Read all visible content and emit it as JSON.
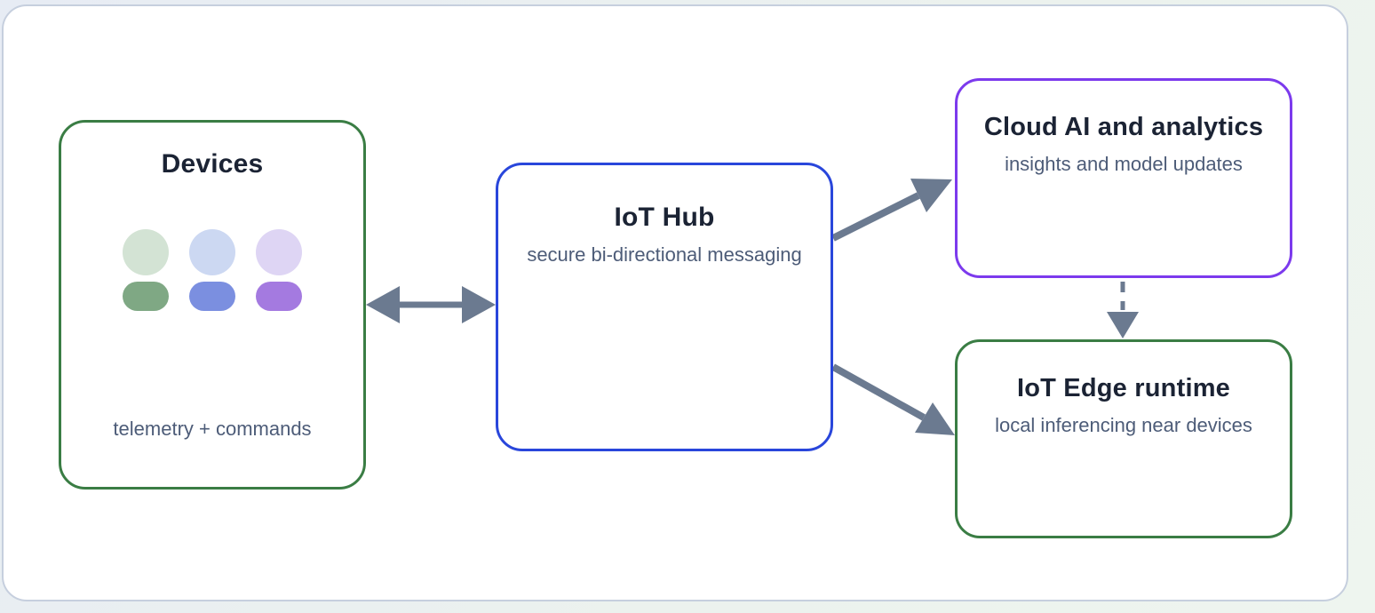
{
  "colors": {
    "arrow": "#6b7a90",
    "card_border": "#c6cfde",
    "title_text": "#1b2334",
    "caption_text": "#4d5c78",
    "green_accent": "#3a7d44",
    "blue_accent": "#2946db",
    "purple_accent": "#7c3aed"
  },
  "nodes": {
    "devices": {
      "title": "Devices",
      "caption": "telemetry + commands",
      "border_color": "#3a7d44"
    },
    "hub": {
      "title": "IoT Hub",
      "caption": "secure bi-directional messaging",
      "border_color": "#2946db"
    },
    "cloud": {
      "title": "Cloud AI and analytics",
      "caption": "insights and model updates",
      "border_color": "#7c3aed"
    },
    "edge": {
      "title": "IoT Edge runtime",
      "caption": "local inferencing near devices",
      "border_color": "#3a7d44"
    }
  },
  "devices_panel": {
    "avatars": [
      {
        "head": "#d3e3d4",
        "body": "#7fa884"
      },
      {
        "head": "#ccd8f2",
        "body": "#7b8fe0"
      },
      {
        "head": "#ded5f4",
        "body": "#a47ae0"
      }
    ]
  },
  "edges": [
    {
      "from": "devices",
      "to": "hub",
      "style": "solid",
      "direction": "bidirectional"
    },
    {
      "from": "hub",
      "to": "cloud",
      "style": "solid",
      "direction": "forward"
    },
    {
      "from": "hub",
      "to": "edge",
      "style": "solid",
      "direction": "forward"
    },
    {
      "from": "cloud",
      "to": "edge",
      "style": "dashed",
      "direction": "forward"
    }
  ]
}
